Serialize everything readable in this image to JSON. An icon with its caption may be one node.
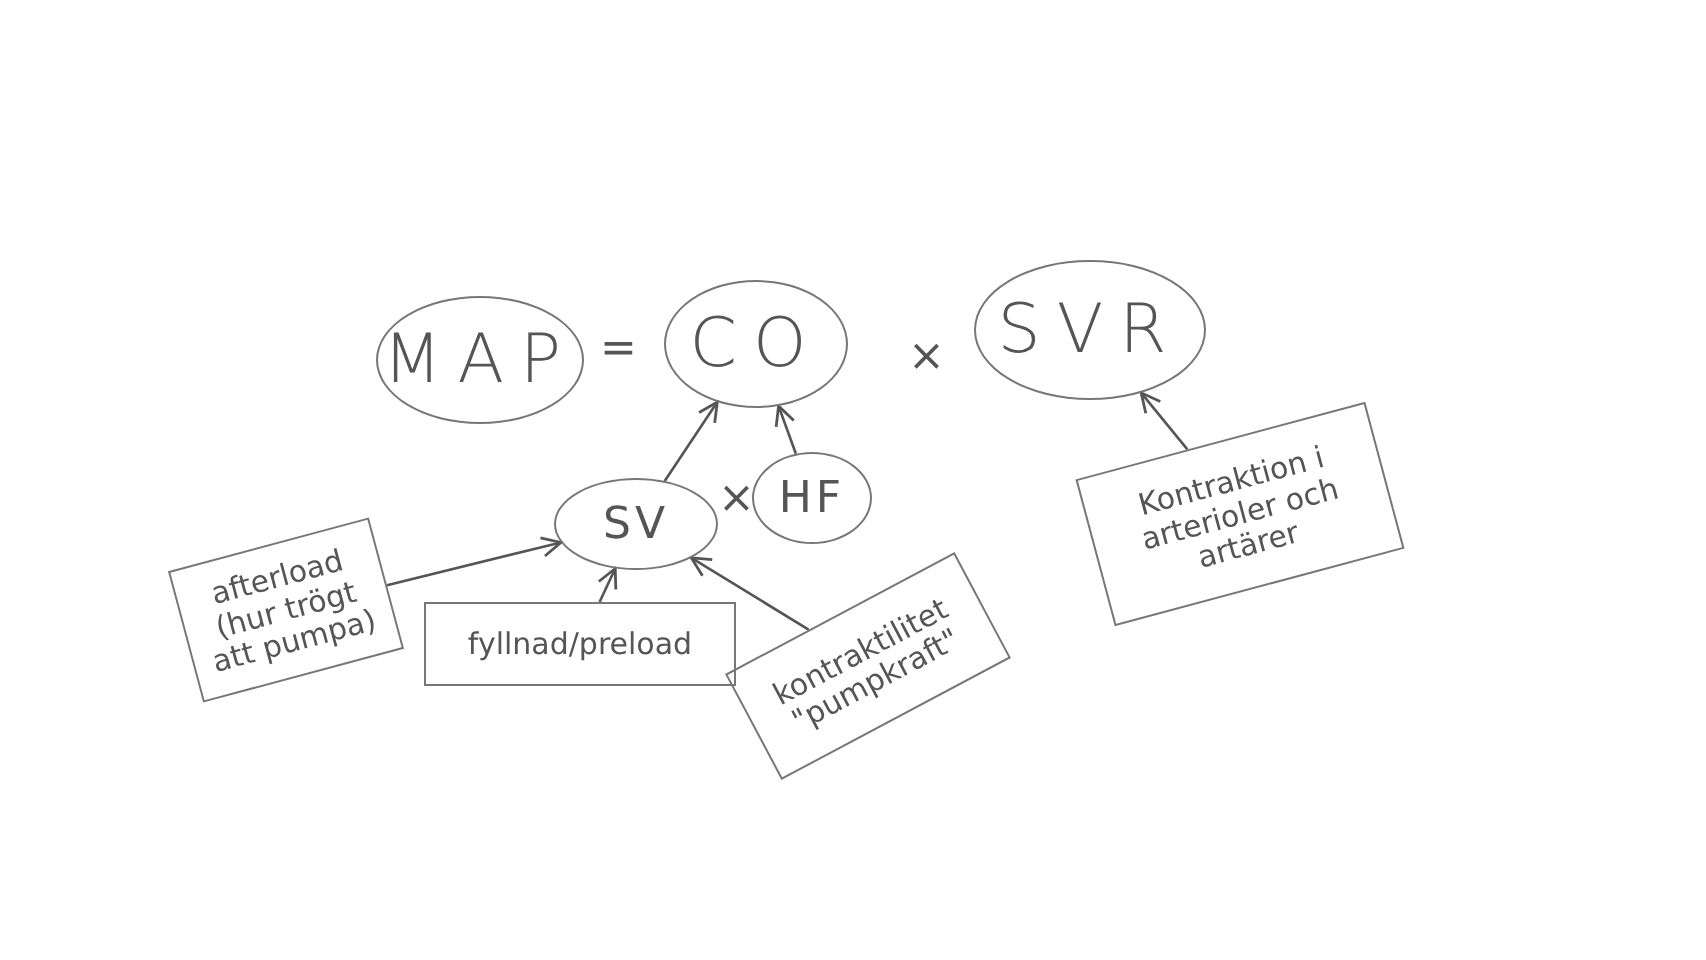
{
  "diagram": {
    "nodes": [
      {
        "text": [
          "MAP"
        ]
      },
      {
        "text": [
          "CO"
        ]
      },
      {
        "text": [
          "SVR"
        ]
      },
      {
        "text": [
          "SV"
        ]
      },
      {
        "text": [
          "HF"
        ]
      },
      {
        "text": [
          "afterload (hur trögt att pumpa)"
        ]
      },
      {
        "text": [
          "fyllnad/preload"
        ]
      },
      {
        "text": [
          "kontraktilitet \"pumpkraft\""
        ]
      },
      {
        "text": [
          "Kontraktion i arterioler och artärer"
        ]
      }
    ],
    "edges": [
      {
        "from": 3,
        "to": 1,
        "arrow": "to"
      },
      {
        "from": 4,
        "to": 1,
        "arrow": "to"
      },
      {
        "from": 5,
        "to": 3,
        "arrow": "to"
      },
      {
        "from": 6,
        "to": 3,
        "arrow": "to"
      },
      {
        "from": 7,
        "to": 3,
        "arrow": "to"
      },
      {
        "from": 8,
        "to": 2,
        "arrow": "to"
      }
    ],
    "labels": [
      "=",
      "×",
      "×"
    ]
  }
}
